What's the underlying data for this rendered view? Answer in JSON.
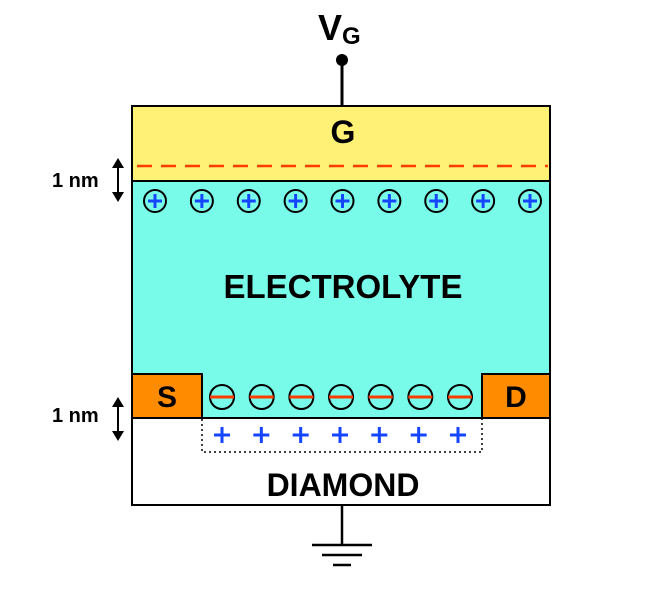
{
  "labels": {
    "gate_voltage_main": "V",
    "gate_voltage_sub": "G",
    "gate": "G",
    "electrolyte": "ELECTROLYTE",
    "source": "S",
    "drain": "D",
    "diamond": "DIAMOND",
    "thickness_top": "1 nm",
    "thickness_bottom": "1 nm"
  },
  "colors": {
    "gate_fill": "#fff176",
    "electrolyte_fill": "#79fbea",
    "contact_fill": "#ff8c00",
    "diamond_fill": "#ffffff",
    "dashed_line": "#ff3c00",
    "positive_charge": "#1545ff",
    "negative_bar": "#ff3c00",
    "outline": "#000000"
  },
  "charges": {
    "top_cations_count": 9,
    "bottom_anions_count": 7,
    "hole_count": 7,
    "cation_symbol": "⊕",
    "hole_symbol": "+"
  },
  "icons": [
    "ground-icon",
    "double-arrow-icon"
  ]
}
